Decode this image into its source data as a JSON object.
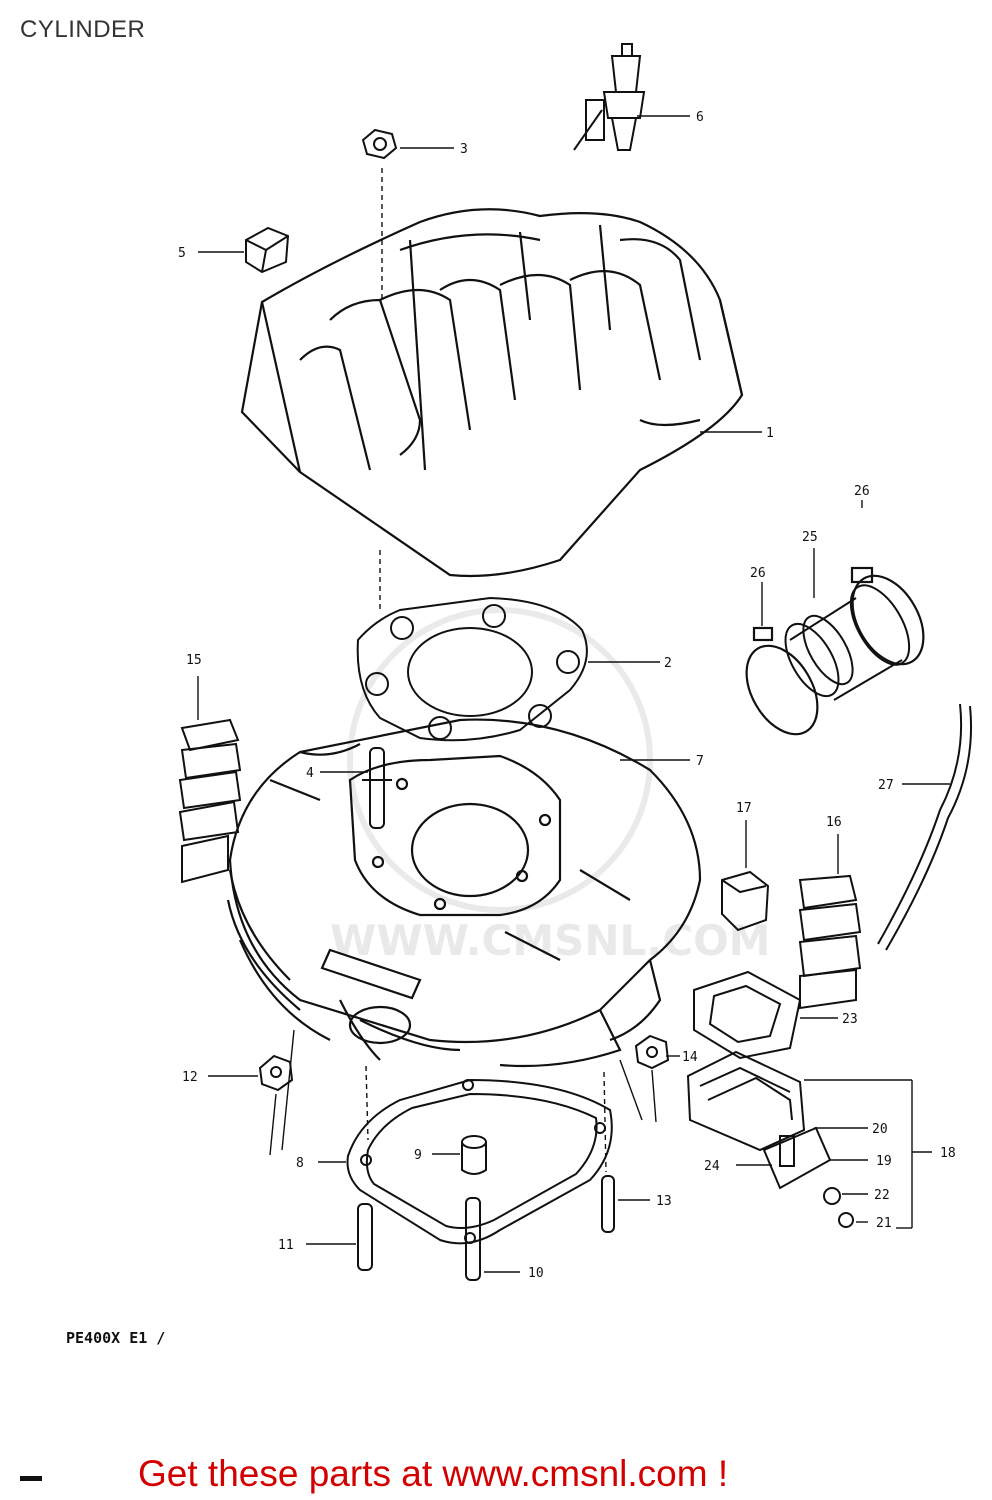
{
  "page": {
    "title": "CYLINDER"
  },
  "diagram": {
    "drawing_code": "PE400X E1 /",
    "callouts": {
      "c1": "1",
      "c2": "2",
      "c3": "3",
      "c4": "4",
      "c5": "5",
      "c6": "6",
      "c7": "7",
      "c8": "8",
      "c9": "9",
      "c10": "10",
      "c11": "11",
      "c12": "12",
      "c13": "13",
      "c14": "14",
      "c15": "15",
      "c16": "16",
      "c17": "17",
      "c18": "18",
      "c19": "19",
      "c20": "20",
      "c21": "21",
      "c22": "22",
      "c23": "23",
      "c24": "24",
      "c25": "25",
      "c26a": "26",
      "c26b": "26",
      "c27": "27"
    },
    "watermark": "WWW.CMSNL.COM"
  },
  "footer": {
    "cta": "Get these parts at www.cmsnl.com !"
  }
}
